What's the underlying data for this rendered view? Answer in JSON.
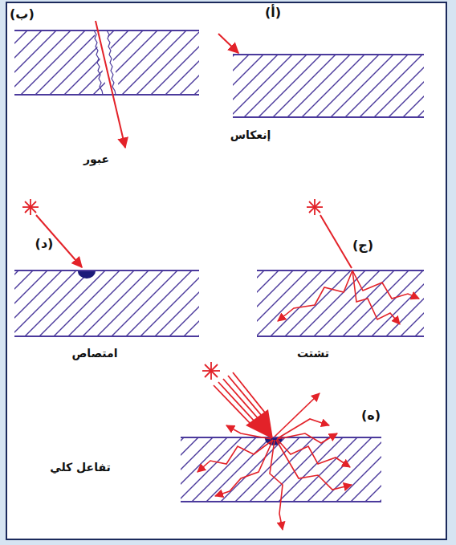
{
  "diagram": {
    "labels": [
      "(ب)",
      "(أ)",
      "عبور",
      "إنعكاس",
      "(د)",
      "(ج)",
      "امتصاص",
      "تشتت",
      "(ه)",
      "تفاعل كلي"
    ]
  }
}
